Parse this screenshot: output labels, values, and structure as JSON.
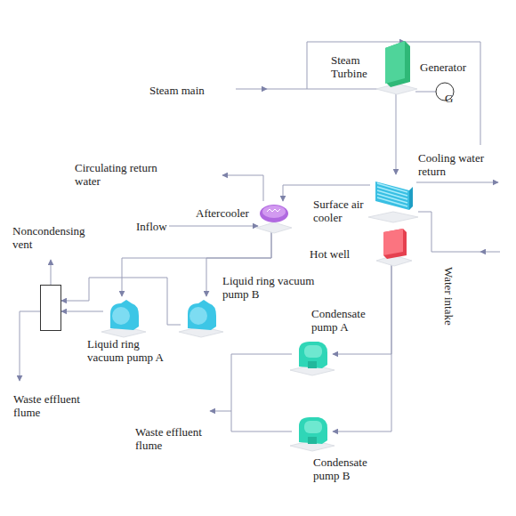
{
  "diagram": {
    "nodes": [
      {
        "text": [
          "Steam Turbine"
        ]
      },
      {
        "text": [
          "Generator",
          "G"
        ]
      },
      {
        "text": [
          "Aftercooler"
        ]
      },
      {
        "text": [
          "Surface air cooler"
        ]
      },
      {
        "text": [
          "Hot well"
        ]
      },
      {
        "text": [
          "Noncondensing vent"
        ]
      },
      {
        "text": [
          "Liquid ring vacuum pump A"
        ]
      },
      {
        "text": [
          "Liquid ring vacuum pump B"
        ]
      },
      {
        "text": [
          "Condensate pump A"
        ]
      },
      {
        "text": [
          "Condensate pump B"
        ]
      }
    ],
    "edges": [
      {
        "from": 0,
        "to": 1,
        "arrow": "none"
      },
      {
        "from": 0,
        "to": 3,
        "arrow": "to"
      },
      {
        "from": 3,
        "to": 2,
        "arrow": "to"
      },
      {
        "from": 2,
        "to": 6,
        "arrow": "to"
      },
      {
        "from": 2,
        "to": 7,
        "arrow": "to"
      },
      {
        "from": 6,
        "to": 5,
        "arrow": "to"
      },
      {
        "from": 7,
        "to": 5,
        "arrow": "to"
      },
      {
        "from": 4,
        "to": 8,
        "arrow": "to"
      },
      {
        "from": 4,
        "to": 9,
        "arrow": "to"
      }
    ],
    "labels": [
      "Steam main",
      "Circulating return water",
      "Cooling water return",
      "Inflow",
      "Water intake",
      "Waste effluent flume",
      "Waste effluent flume"
    ]
  }
}
